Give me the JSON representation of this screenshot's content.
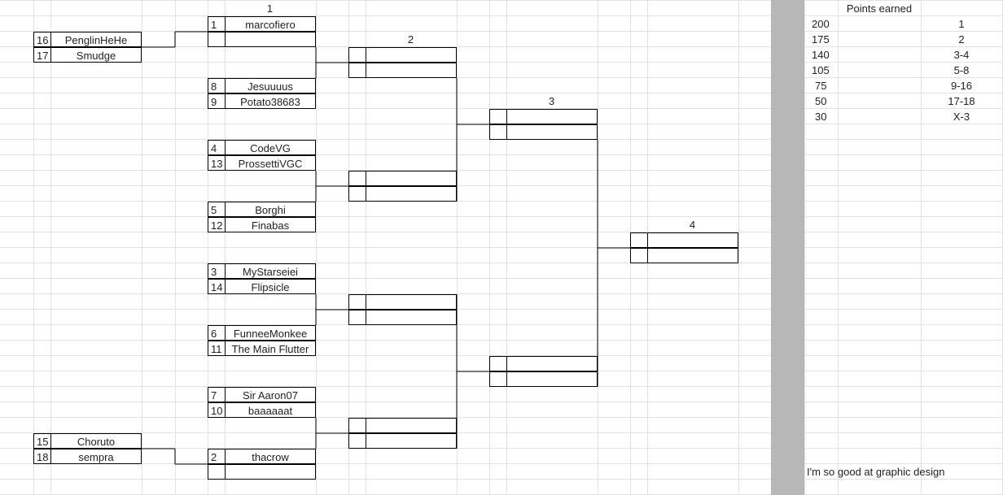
{
  "rounds": {
    "r1": "1",
    "r2": "2",
    "r3": "3",
    "r4": "4"
  },
  "prelims": [
    {
      "seed": "16",
      "name": "PenglinHeHe"
    },
    {
      "seed": "17",
      "name": "Smudge"
    },
    {
      "seed": "15",
      "name": "Choruto"
    },
    {
      "seed": "18",
      "name": "sempra"
    }
  ],
  "round1": [
    {
      "seed": "1",
      "name": "marcofiero"
    },
    {
      "seed": "",
      "name": ""
    },
    {
      "seed": "8",
      "name": "Jesuuuus"
    },
    {
      "seed": "9",
      "name": "Potato38683"
    },
    {
      "seed": "4",
      "name": "CodeVG"
    },
    {
      "seed": "13",
      "name": "ProssettiVGC"
    },
    {
      "seed": "5",
      "name": "Borghi"
    },
    {
      "seed": "12",
      "name": "Finabas"
    },
    {
      "seed": "3",
      "name": "MyStarseiei"
    },
    {
      "seed": "14",
      "name": "Flipsicle"
    },
    {
      "seed": "6",
      "name": "FunneeMonkee"
    },
    {
      "seed": "11",
      "name": "The Main Flutter"
    },
    {
      "seed": "7",
      "name": "Sir Aaron07"
    },
    {
      "seed": "10",
      "name": "baaaaaat"
    },
    {
      "seed": "2",
      "name": "thacrow"
    },
    {
      "seed": "",
      "name": ""
    }
  ],
  "points": {
    "header": "Points earned",
    "rows": [
      {
        "points": "200",
        "place": "1"
      },
      {
        "points": "175",
        "place": "2"
      },
      {
        "points": "140",
        "place": "3-4"
      },
      {
        "points": "105",
        "place": "5-8"
      },
      {
        "points": "75",
        "place": "9-16"
      },
      {
        "points": "50",
        "place": "17-18"
      },
      {
        "points": "30",
        "place": "X-3"
      }
    ]
  },
  "note": "I'm so good at graphic design"
}
